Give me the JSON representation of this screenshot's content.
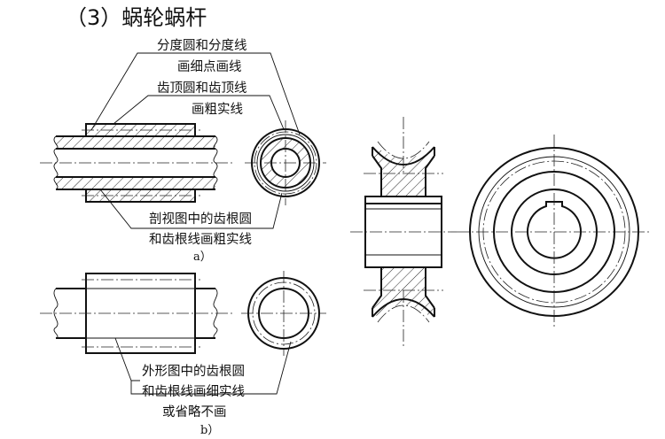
{
  "title": "（3）蜗轮蜗杆",
  "figure_a": {
    "label_1": "分度圆和分度线",
    "label_2": "画细点画线",
    "label_3": "齿顶圆和齿顶线",
    "label_4": "画粗实线",
    "label_5": "剖视图中的齿根圆",
    "label_6": "和齿根线画粗实线",
    "caption": "a）"
  },
  "figure_b": {
    "label_1": "外形图中的齿根圆",
    "label_2": "和齿根线画细实线",
    "label_3": "或省略不画",
    "caption": "b）"
  }
}
